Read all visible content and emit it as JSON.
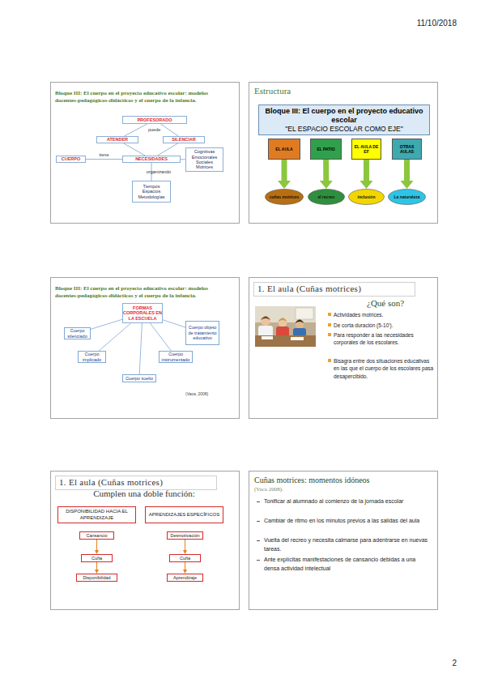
{
  "diagram": {
    "nodes": [
      {
        "text": [
          "Bloque III: El cuerpo en el proyecto educativo escolar: modelos docentes-pedagógicos-didácticos y el cuerpo de la infancia.",
          "puede"
        ]
      },
      {
        "text": [
          "PROFESORADO"
        ],
        "in": 0
      },
      {
        "text": [
          "ATENDER"
        ],
        "in": 0
      },
      {
        "text": [
          "SILENCIAR"
        ],
        "in": 0
      },
      {
        "text": [
          "CUERPO"
        ],
        "in": 0
      },
      {
        "text": [
          "NECESIDADES"
        ],
        "in": 0
      },
      {
        "text": [
          "Cognitivas Emocionales Sociales Motrices"
        ],
        "in": 0
      },
      {
        "text": [
          "Tiempos Espacios Metodologías"
        ],
        "in": 0
      },
      {
        "text": [
          "Estructura"
        ]
      },
      {
        "text": [
          "Bloque III: El cuerpo en el proyecto educativo escolar",
          "\"EL ESPACIO ESCOLAR COMO EJE\""
        ],
        "in": 8
      },
      {
        "text": [
          "EL AULA"
        ],
        "in": 8
      },
      {
        "text": [
          "EL PATIO"
        ],
        "in": 8
      },
      {
        "text": [
          "EL AULA DE EF"
        ],
        "in": 8
      },
      {
        "text": [
          "OTRAS AULAS"
        ],
        "in": 8
      },
      {
        "text": [
          "cuñas motrices"
        ],
        "in": 8
      },
      {
        "text": [
          "el recreo"
        ],
        "in": 8
      },
      {
        "text": [
          "inclusión"
        ],
        "in": 8
      },
      {
        "text": [
          "La naturaleza"
        ],
        "in": 8
      },
      {
        "text": [
          "Bloque III: El cuerpo en el proyecto educativo escolar: modelos docentes-pedagógicos-didácticos y el cuerpo de la infancia.",
          "(Vaca, 2008)"
        ]
      },
      {
        "text": [
          "FORMAS CORPORALES EN LA ESCUELA"
        ],
        "in": 18
      },
      {
        "text": [
          "Cuerpo silenciado"
        ],
        "in": 18
      },
      {
        "text": [
          "Cuerpo objeto de tratamiento educativo"
        ],
        "in": 18
      },
      {
        "text": [
          "Cuerpo implicado"
        ],
        "in": 18
      },
      {
        "text": [
          "Cuerpo instrumentado"
        ],
        "in": 18
      },
      {
        "text": [
          "Cuerpo suelto"
        ],
        "in": 18
      },
      {
        "text": [
          "1. El aula (Cuñas motrices)",
          "¿Qué son?",
          "Actividades motrices.",
          "De corta duración (5-10').",
          "Para responder a las necesidades corporales de los escolares.",
          "Bisagra entre dos situaciones educativas en las que el cuerpo de los escolares pasa desapercibido."
        ]
      },
      {
        "text": [
          "1. El aula (Cuñas motrices)",
          "Cumplen una doble función:"
        ]
      },
      {
        "text": [
          "DISPONIBILIDAD HACIA EL APRENDIZAJE"
        ],
        "in": 26
      },
      {
        "text": [
          "APRENDIZAJES ESPECÍFICOS"
        ],
        "in": 26
      },
      {
        "text": [
          "Cansancio"
        ],
        "in": 26
      },
      {
        "text": [
          "Cuña"
        ],
        "in": 26
      },
      {
        "text": [
          "Disponibilidad"
        ],
        "in": 26
      },
      {
        "text": [
          "Desmotivación"
        ],
        "in": 26
      },
      {
        "text": [
          "Cuña"
        ],
        "in": 26
      },
      {
        "text": [
          "Aprendizaje"
        ],
        "in": 26
      },
      {
        "text": [
          "Cuñas motrices: momentos idóneos",
          "(Vaca 2008).",
          "Tonificar al alumnado al comienzo de la jornada escolar",
          "Cambiar de ritmo en los minutos previos a las salidas del aula",
          "Vuelta del recreo y necesita calmarse para adentrarse en nuevas tareas.",
          "Ante explícitas manifestaciones de cansancio debidas a una densa actividad intelectual"
        ]
      }
    ],
    "edges": [
      {
        "from": 1,
        "to": 2,
        "arrow": "none"
      },
      {
        "from": 1,
        "to": 3,
        "arrow": "none"
      },
      {
        "from": 2,
        "to": 5,
        "arrow": "none"
      },
      {
        "from": 3,
        "to": 5,
        "arrow": "none"
      },
      {
        "from": 4,
        "to": 5,
        "arrow": "none",
        "label": "tiene"
      },
      {
        "from": 5,
        "to": 6,
        "arrow": "none"
      },
      {
        "from": 5,
        "to": 7,
        "arrow": "none",
        "label": "organizando"
      },
      {
        "from": 10,
        "to": 14,
        "arrow": "to"
      },
      {
        "from": 11,
        "to": 15,
        "arrow": "to"
      },
      {
        "from": 12,
        "to": 16,
        "arrow": "to"
      },
      {
        "from": 13,
        "to": 17,
        "arrow": "to"
      },
      {
        "from": 19,
        "to": 20,
        "arrow": "none"
      },
      {
        "from": 19,
        "to": 21,
        "arrow": "none"
      },
      {
        "from": 19,
        "to": 22,
        "arrow": "none"
      },
      {
        "from": 19,
        "to": 23,
        "arrow": "none"
      },
      {
        "from": 19,
        "to": 24,
        "arrow": "none"
      },
      {
        "from": 29,
        "to": 30,
        "arrow": "to"
      },
      {
        "from": 30,
        "to": 31,
        "arrow": "to"
      },
      {
        "from": 32,
        "to": 33,
        "arrow": "to"
      },
      {
        "from": 33,
        "to": 34,
        "arrow": "to"
      }
    ],
    "labels": [
      "11/10/2018",
      "2"
    ]
  }
}
